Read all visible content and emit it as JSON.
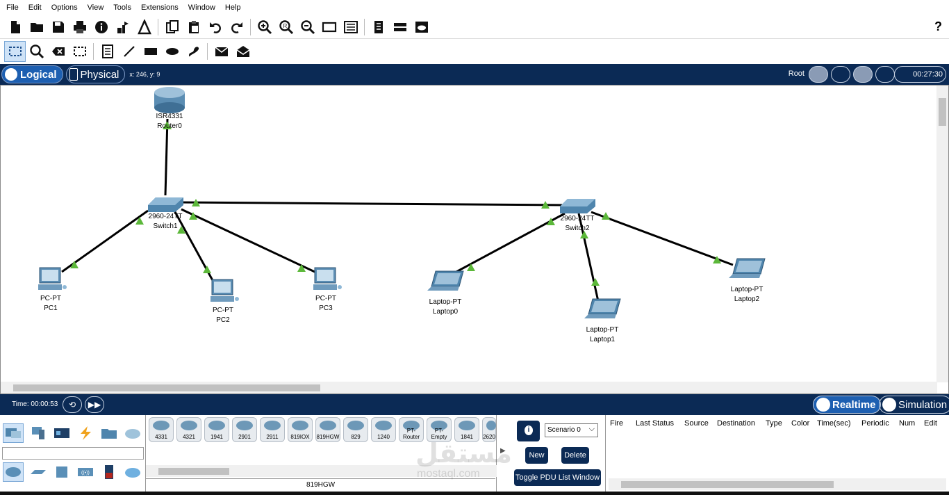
{
  "menubar": {
    "items": [
      "File",
      "Edit",
      "Options",
      "View",
      "Tools",
      "Extensions",
      "Window",
      "Help"
    ]
  },
  "toolbar_main": {
    "icons": [
      "new-file-icon",
      "open-folder-icon",
      "save-icon",
      "print-icon",
      "info-icon",
      "wizard-icon",
      "activity-icon",
      "copy-icon",
      "paste-icon",
      "undo-icon",
      "redo-icon",
      "zoom-in-icon",
      "zoom-reset-icon",
      "zoom-out-icon",
      "palette-icon",
      "custom-device-icon",
      "viewport-icon",
      "cluster-icon",
      "cloud-view-icon"
    ],
    "help": "?"
  },
  "toolbar_edit": {
    "icons": [
      "select-icon",
      "inspect-icon",
      "delete-icon",
      "resize-icon",
      "note-icon",
      "line-icon",
      "rectangle-icon",
      "ellipse-icon",
      "freeform-icon",
      "simple-pdu-icon",
      "complex-pdu-icon"
    ]
  },
  "modebar": {
    "logical_label": "Logical",
    "physical_label": "Physical",
    "coords": "x: 246, y: 9",
    "root_label": "Root",
    "clock": "00:27:30"
  },
  "topology": {
    "devices": [
      {
        "id": "router0",
        "model": "ISR4331",
        "name": "Router0",
        "kind": "router"
      },
      {
        "id": "switch1",
        "model": "2960-24TT",
        "name": "Switch1",
        "kind": "switch"
      },
      {
        "id": "switch2",
        "model": "2960-24TT",
        "name": "Switch2",
        "kind": "switch"
      },
      {
        "id": "pc1",
        "model": "PC-PT",
        "name": "PC1",
        "kind": "pc"
      },
      {
        "id": "pc2",
        "model": "PC-PT",
        "name": "PC2",
        "kind": "pc"
      },
      {
        "id": "pc3",
        "model": "PC-PT",
        "name": "PC3",
        "kind": "pc"
      },
      {
        "id": "laptop0",
        "model": "Laptop-PT",
        "name": "Laptop0",
        "kind": "laptop"
      },
      {
        "id": "laptop1",
        "model": "Laptop-PT",
        "name": "Laptop1",
        "kind": "laptop"
      },
      {
        "id": "laptop2",
        "model": "Laptop-PT",
        "name": "Laptop2",
        "kind": "laptop"
      }
    ],
    "links": [
      [
        "router0",
        "switch1"
      ],
      [
        "switch1",
        "switch2"
      ],
      [
        "switch1",
        "pc1"
      ],
      [
        "switch1",
        "pc2"
      ],
      [
        "switch1",
        "pc3"
      ],
      [
        "switch2",
        "laptop0"
      ],
      [
        "switch2",
        "laptop1"
      ],
      [
        "switch2",
        "laptop2"
      ]
    ],
    "link_status_color": "#5cb83a"
  },
  "timebar": {
    "time": "Time: 00:00:53",
    "realtime_label": "Realtime",
    "simulation_label": "Simulation"
  },
  "device_panel": {
    "models": [
      "4331",
      "4321",
      "1941",
      "2901",
      "2911",
      "819IOX",
      "819HGW",
      "829",
      "1240",
      "PT-Router",
      "PT-Empty",
      "1841",
      "2620"
    ],
    "selected_model": "819HGW"
  },
  "scenario": {
    "selected": "Scenario 0",
    "new_label": "New",
    "delete_label": "Delete",
    "toggle_label": "Toggle PDU List Window"
  },
  "pdu_table": {
    "columns": [
      "Fire",
      "Last Status",
      "Source",
      "Destination",
      "Type",
      "Color",
      "Time(sec)",
      "Periodic",
      "Num",
      "Edit"
    ]
  },
  "watermark": {
    "text": "مستقل",
    "sub": "mostaql.com"
  },
  "colors": {
    "navy": "#0b2a55",
    "accent": "#1d5fb1",
    "link_up": "#5cb83a"
  }
}
